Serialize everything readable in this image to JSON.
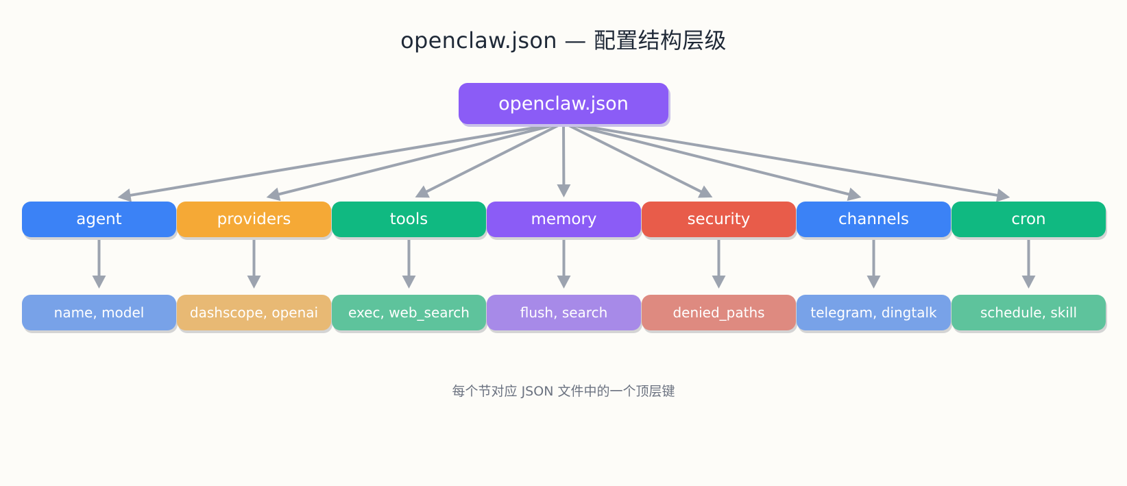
{
  "title": "openclaw.json — 配置结构层级",
  "root": {
    "label": "openclaw.json",
    "color": "#8b5cf6"
  },
  "sections": [
    {
      "name": "agent",
      "color": "#3b82f6",
      "child": "name, model",
      "child_color": "#78a2e8"
    },
    {
      "name": "providers",
      "color": "#f5a936",
      "child": "dashscope, openai",
      "child_color": "#e8b974"
    },
    {
      "name": "tools",
      "color": "#10b981",
      "child": "exec, web_search",
      "child_color": "#5ec39c"
    },
    {
      "name": "memory",
      "color": "#8b5cf6",
      "child": "flush, search",
      "child_color": "#a78ae8"
    },
    {
      "name": "security",
      "color": "#e85c4a",
      "child": "denied_paths",
      "child_color": "#de8a80"
    },
    {
      "name": "channels",
      "color": "#3b82f6",
      "child": "telegram, dingtalk",
      "child_color": "#78a2e8"
    },
    {
      "name": "cron",
      "color": "#10b981",
      "child": "schedule, skill",
      "child_color": "#5ec39c"
    }
  ],
  "edge_color": "#9ca3af",
  "caption": "每个节对应 JSON 文件中的一个顶层键"
}
